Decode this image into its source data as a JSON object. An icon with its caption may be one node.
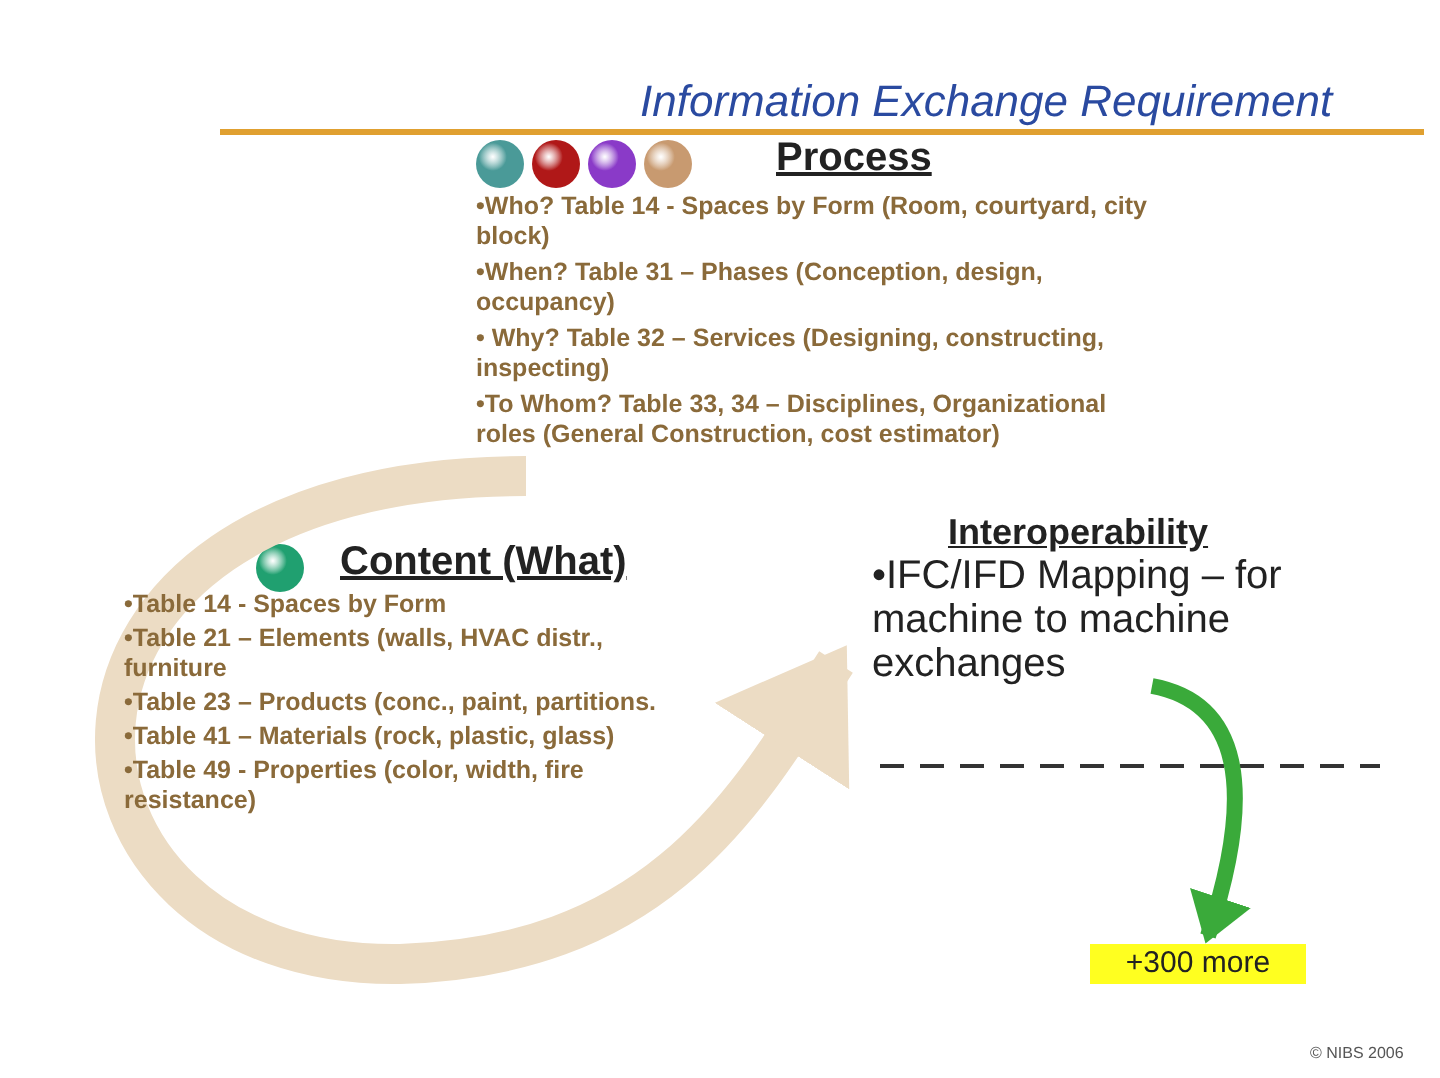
{
  "diagram": {
    "title": "Information Exchange Requirement",
    "nodes": [
      {
        "text": [
          "Process",
          "•**Who?** Table 14 - Spaces by Form (Room, courtyard, city block)",
          "•**When?** Table 31 – Phases (Conception, design, occupancy)",
          "• **Why?** Table 32 – Services (Designing, constructing, inspecting)",
          "•**To Whom?** Table 33, 34 – Disciplines, Organizational roles (General Construction, cost estimator)"
        ]
      },
      {
        "text": [
          "Content (What)",
          "•Table 14 - Spaces by Form",
          "•Table 21 – Elements (walls, HVAC distr., furniture",
          "•Table 23 – Products (conc., paint, partitions.",
          "•Table 41 – Materials (rock, plastic, glass)",
          "•Table 49 - Properties (color, width, fire resistance)"
        ]
      },
      {
        "text": [
          "Interoperability",
          "•IFC/IFD Mapping – for machine to machine exchanges"
        ]
      },
      {
        "text": [
          "+300 more"
        ]
      }
    ],
    "edges": [
      {
        "from": 0,
        "to": 2,
        "arrow": "to",
        "style": "thick",
        "color": "#ecdcc4"
      },
      {
        "from": 2,
        "to": 3,
        "arrow": "to",
        "color": "#3aaa3a"
      }
    ],
    "labels": [
      "© NIBS 2006"
    ]
  }
}
